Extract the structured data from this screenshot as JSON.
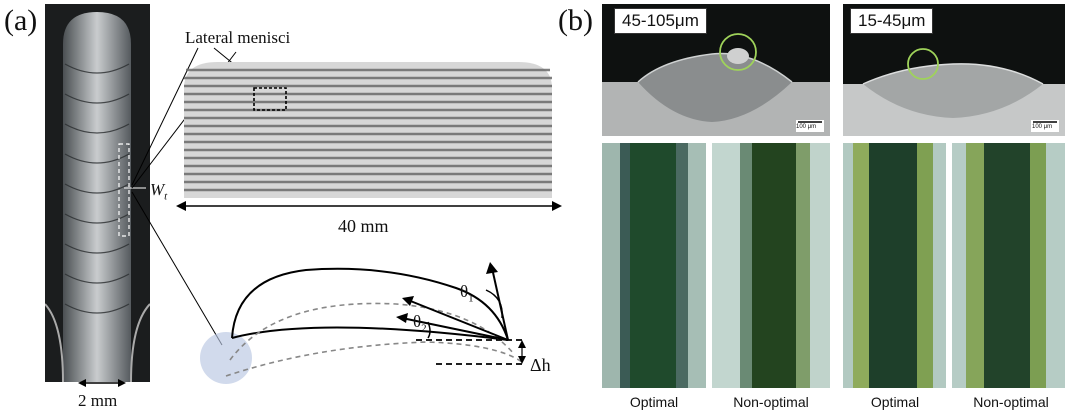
{
  "panel_a": {
    "label": "(a)",
    "lateral_menisci": "Lateral menisci",
    "width_symbol": "W",
    "width_subscript": "t",
    "scale_40mm": "40 mm",
    "scale_2mm": "2 mm",
    "theta1": "θ",
    "theta1_sub": "1",
    "theta2": "θ",
    "theta2_sub": "2",
    "delta_h": "Δh"
  },
  "panel_b": {
    "label": "(b)",
    "groups": [
      {
        "size": "45-105μm",
        "scalebar": "100 μm",
        "captions": [
          "Optimal",
          "Non-optimal"
        ]
      },
      {
        "size": "15-45μm",
        "scalebar": "100 μm",
        "captions": [
          "Optimal",
          "Non-optimal"
        ]
      }
    ]
  }
}
